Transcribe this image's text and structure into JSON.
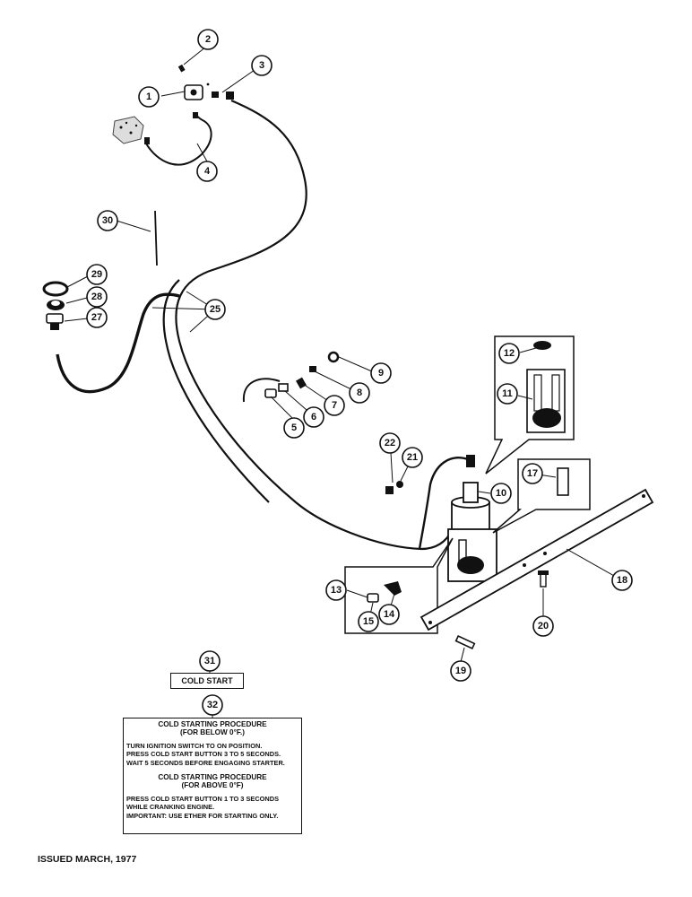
{
  "callouts": [
    {
      "id": "callout-1",
      "label": "1"
    },
    {
      "id": "callout-2",
      "label": "2"
    },
    {
      "id": "callout-3",
      "label": "3"
    },
    {
      "id": "callout-4",
      "label": "4"
    },
    {
      "id": "callout-5",
      "label": "5"
    },
    {
      "id": "callout-6",
      "label": "6"
    },
    {
      "id": "callout-7",
      "label": "7"
    },
    {
      "id": "callout-8",
      "label": "8"
    },
    {
      "id": "callout-9",
      "label": "9"
    },
    {
      "id": "callout-10",
      "label": "10"
    },
    {
      "id": "callout-11",
      "label": "11"
    },
    {
      "id": "callout-12",
      "label": "12"
    },
    {
      "id": "callout-13",
      "label": "13"
    },
    {
      "id": "callout-14",
      "label": "14"
    },
    {
      "id": "callout-15",
      "label": "15"
    },
    {
      "id": "callout-17",
      "label": "17"
    },
    {
      "id": "callout-18",
      "label": "18"
    },
    {
      "id": "callout-19",
      "label": "19"
    },
    {
      "id": "callout-20",
      "label": "20"
    },
    {
      "id": "callout-21",
      "label": "21"
    },
    {
      "id": "callout-22",
      "label": "22"
    },
    {
      "id": "callout-25",
      "label": "25"
    },
    {
      "id": "callout-27",
      "label": "27"
    },
    {
      "id": "callout-28",
      "label": "28"
    },
    {
      "id": "callout-29",
      "label": "29"
    },
    {
      "id": "callout-30",
      "label": "30"
    },
    {
      "id": "callout-31",
      "label": "31"
    },
    {
      "id": "callout-32",
      "label": "32"
    }
  ],
  "decal_31": {
    "text": "COLD START"
  },
  "decal_32": {
    "heading_below": "COLD STARTING PROCEDURE\n(FOR BELOW 0°F.)",
    "steps_below": "TURN IGNITION SWITCH TO ON POSITION.\nPRESS COLD START BUTTON 3 TO 5 SECONDS.\nWAIT 5 SECONDS BEFORE ENGAGING STARTER.",
    "heading_above": "COLD STARTING PROCEDURE\n(FOR ABOVE 0°F)",
    "steps_above": "PRESS COLD START BUTTON 1 TO 3 SECONDS\nWHILE CRANKING ENGINE.\nIMPORTANT: USE ETHER FOR STARTING ONLY."
  },
  "footer": {
    "issued": "ISSUED MARCH, 1977"
  },
  "colors": {
    "ink": "#111111",
    "paper": "#ffffff"
  }
}
